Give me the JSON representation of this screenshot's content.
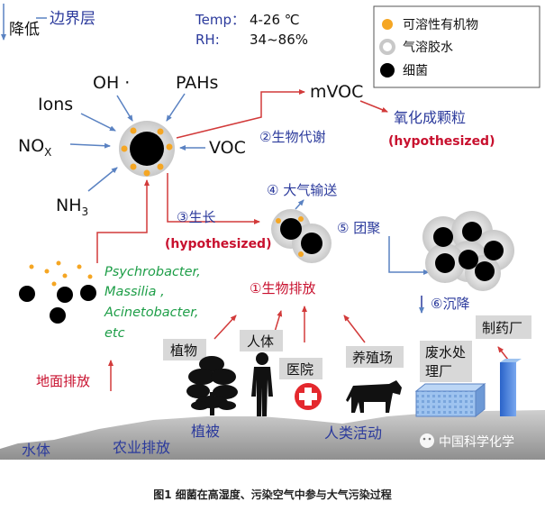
{
  "top": {
    "reduce": "降低",
    "boundary_layer": "边界层",
    "temp_label": "Temp：",
    "temp_value": "4-26 ℃",
    "rh_label": "RH:",
    "rh_value": "34~86%"
  },
  "legend": {
    "items": [
      {
        "label": "可溶性有机物",
        "color": "#f5a623"
      },
      {
        "label": "气溶胶水",
        "color": "#d6d6d6"
      },
      {
        "label": "细菌",
        "color": "#000000"
      }
    ]
  },
  "inputs": {
    "ions": "Ions",
    "oh": "OH ·",
    "pahs": "PAHs",
    "nox_main": "NO",
    "nox_sub": "X",
    "nh3_main": "NH",
    "nh3_sub": "3",
    "voc": "VOC"
  },
  "process": {
    "mvoc": "mVOC",
    "oxidized_particle": "氧化成颗粒",
    "hypothesized_1": "(hypothesized)",
    "metabolism": "②生物代谢",
    "transport": "④ 大气输送",
    "growth": "③生长",
    "hypothesized_2": "(hypothesized)",
    "aggregation": "⑤ 团聚",
    "bio_emission": "①生物排放",
    "deposition": "⑥沉降"
  },
  "species": {
    "line1": "Psychrobacter,",
    "line2": "Massilia ,",
    "line3": "Acinetobacter,",
    "line4": "etc"
  },
  "sources": {
    "plants": "植物",
    "human": "人体",
    "hospital": "医院",
    "farm": "养殖场",
    "wastewater_1": "废水处",
    "wastewater_2": "理厂",
    "pharma": "制药厂",
    "ground_emission": "地面排放"
  },
  "ground": {
    "water": "水体",
    "agriculture": "农业排放",
    "vegetation": "植被",
    "human_activity": "人类活动",
    "watermark": "中国科学化学"
  },
  "caption": "图1 细菌在高湿度、污染空气中参与大气污染过程",
  "colors": {
    "blue_text": "#2b3a9c",
    "red_text": "#c8102e",
    "green_text": "#1e9e48",
    "arrow_blue": "#5a82c2",
    "arrow_red": "#d23a3a",
    "orange": "#f5a623"
  }
}
